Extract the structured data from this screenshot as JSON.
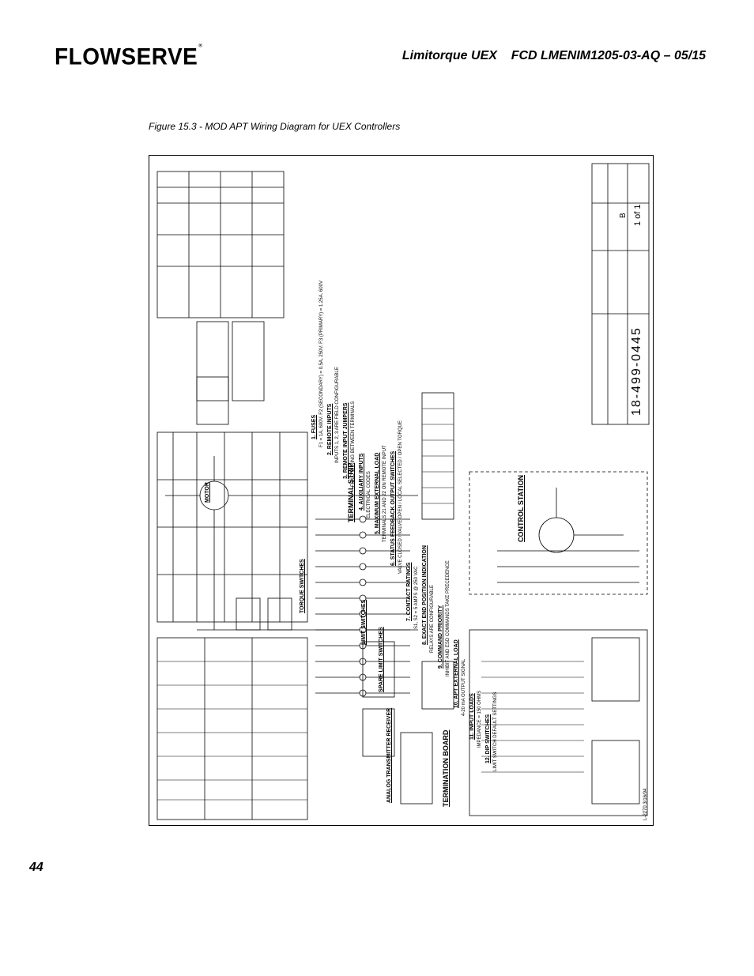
{
  "header": {
    "logo_text": "FLOWSERVE",
    "logo_mark": "®",
    "title": "Limitorque UEX    FCD LMENIM1205-03-AQ – 05/15"
  },
  "figure": {
    "caption": "Figure 15.3 - MOD APT Wiring Diagram for UEX Controllers"
  },
  "diagram": {
    "section_labels": {
      "terminal_strip": "TERMINAL STRIP",
      "termination_board": "TERMINATION BOARD",
      "control_station": "CONTROL STATION",
      "torque_switches": "TORQUE SWITCHES",
      "limit_switches": "LIMIT SWITCHES",
      "spare_limit_switches": "SPARE LIMIT SWITCHES",
      "motor": "MOTOR",
      "analog_transmitter": "ANALOG TRANSMITTER RECEIVER"
    },
    "notes": [
      {
        "title": "1. FUSES",
        "body": "F1 = 1A, 600V. F2 (SECONDARY) = 0.5A, 250V. F3 (PRIMARY) = 1.25A. 600V"
      },
      {
        "title": "2. REMOTE INPUTS",
        "body": "INPUTS 1, 2, 3 ARE FIELD CONFIGURABLE"
      },
      {
        "title": "3. REMOTE INPUT JUMPERS",
        "body": "FIELD WIRING BETWEEN TERMINALS"
      },
      {
        "title": "4. AUXILIARY INPUTS",
        "body": "ELECTRICAL CODES"
      },
      {
        "title": "5. MAXIMUM EXTERNAL LOAD",
        "body": "TERMINALS 21 AND 22 ON REMOTE INPUT"
      },
      {
        "title": "6. STATUS FEEDBACK OUTPUT SWITCHES",
        "body": "VALVE CLOSED / VALVE OPEN / LOCAL SELECTED / OPEN TORQUE"
      },
      {
        "title": "7. CONTACT RATINGS",
        "body": "S1, S2 = 5 AMPS @ 250 VAC"
      },
      {
        "title": "8. EXACT END POSITION INDICATION",
        "body": "RELAYS ARE CONFIGURABLE"
      },
      {
        "title": "9. COMMAND PRIORITY",
        "body": "INHIBIT AND ESD COMMANDS TAKE PRECEDENCE"
      },
      {
        "title": "10. APT EXTERNAL LOAD",
        "body": "4-20 mA OUTPUT SIGNAL"
      },
      {
        "title": "11. INPUT LOADS",
        "body": "IMPEDANCE = 150 OHMS"
      },
      {
        "title": "12. DIP SWITCHES",
        "body": "LIMIT SWITCH DEFAULT SETTINGS"
      }
    ],
    "drawing_number": "18-499-0445",
    "sheet": "1 of 1",
    "revision": "B",
    "form_number": "L-2270 3/16/94"
  },
  "footer": {
    "page_number": "44"
  },
  "colors": {
    "ink": "#000000",
    "paper": "#ffffff"
  }
}
